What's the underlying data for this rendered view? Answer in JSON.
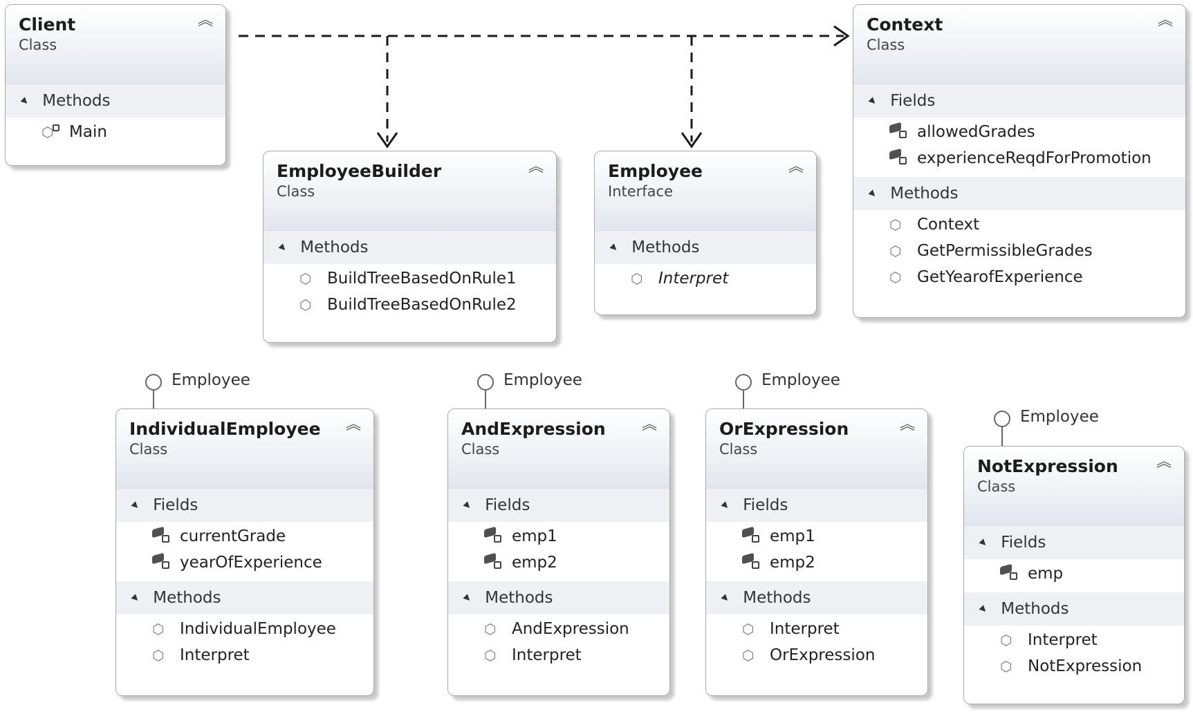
{
  "colors": {
    "border": "#a9a9a9",
    "header_gradient_end": "#e2e6ee",
    "section_bg": "#eef0f4",
    "connector": "#1a1a1a"
  },
  "icons": {
    "collapse": "double-chevron-up-icon",
    "section_toggle": "triangle-expand-icon",
    "method": "method-cube-icon",
    "field": "field-icon",
    "interface": "interface-lollipop-icon"
  },
  "boxes": {
    "client": {
      "title": "Client",
      "stereotype": "Class",
      "methods_label": "Methods",
      "methods": [
        "Main"
      ]
    },
    "employee_builder": {
      "title": "EmployeeBuilder",
      "stereotype": "Class",
      "methods_label": "Methods",
      "methods": [
        "BuildTreeBasedOnRule1",
        "BuildTreeBasedOnRule2"
      ]
    },
    "employee": {
      "title": "Employee",
      "stereotype": "Interface",
      "methods_label": "Methods",
      "methods": [
        "Interpret"
      ]
    },
    "context": {
      "title": "Context",
      "stereotype": "Class",
      "fields_label": "Fields",
      "fields": [
        "allowedGrades",
        "experienceReqdForPromotion"
      ],
      "methods_label": "Methods",
      "methods": [
        "Context",
        "GetPermissibleGrades",
        "GetYearofExperience"
      ]
    },
    "individual_employee": {
      "title": "IndividualEmployee",
      "stereotype": "Class",
      "implements": "Employee",
      "fields_label": "Fields",
      "fields": [
        "currentGrade",
        "yearOfExperience"
      ],
      "methods_label": "Methods",
      "methods": [
        "IndividualEmployee",
        "Interpret"
      ]
    },
    "and_expression": {
      "title": "AndExpression",
      "stereotype": "Class",
      "implements": "Employee",
      "fields_label": "Fields",
      "fields": [
        "emp1",
        "emp2"
      ],
      "methods_label": "Methods",
      "methods": [
        "AndExpression",
        "Interpret"
      ]
    },
    "or_expression": {
      "title": "OrExpression",
      "stereotype": "Class",
      "implements": "Employee",
      "fields_label": "Fields",
      "fields": [
        "emp1",
        "emp2"
      ],
      "methods_label": "Methods",
      "methods": [
        "Interpret",
        "OrExpression"
      ]
    },
    "not_expression": {
      "title": "NotExpression",
      "stereotype": "Class",
      "implements": "Employee",
      "fields_label": "Fields",
      "fields": [
        "emp"
      ],
      "methods_label": "Methods",
      "methods": [
        "Interpret",
        "NotExpression"
      ]
    }
  }
}
